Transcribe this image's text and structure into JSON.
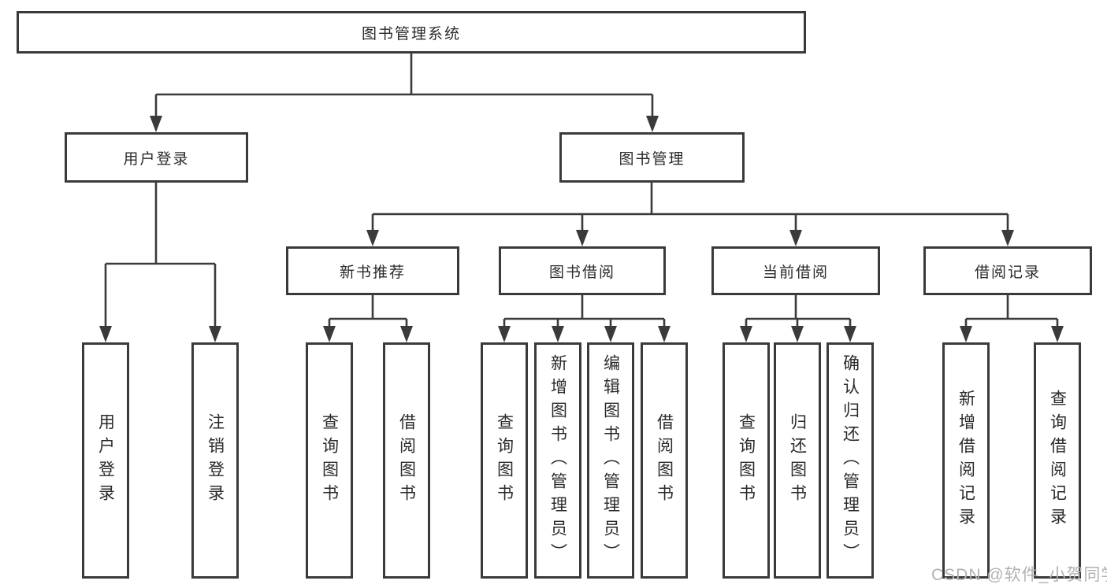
{
  "tree": {
    "label": "图书管理系统",
    "children": [
      {
        "label": "用户登录",
        "children": [
          {
            "label": "用户登录"
          },
          {
            "label": "注销登录"
          }
        ]
      },
      {
        "label": "图书管理",
        "children": [
          {
            "label": "新书推荐",
            "children": [
              {
                "label": "查询图书"
              },
              {
                "label": "借阅图书"
              }
            ]
          },
          {
            "label": "图书借阅",
            "children": [
              {
                "label": "查询图书"
              },
              {
                "label": "新增图书（管理员）"
              },
              {
                "label": "编辑图书（管理员）"
              },
              {
                "label": "借阅图书"
              }
            ]
          },
          {
            "label": "当前借阅",
            "children": [
              {
                "label": "查询图书"
              },
              {
                "label": "归还图书"
              },
              {
                "label": "确认归还（管理员）"
              }
            ]
          },
          {
            "label": "借阅记录",
            "children": [
              {
                "label": "新增借阅记录"
              },
              {
                "label": "查询借阅记录"
              }
            ]
          }
        ]
      }
    ]
  },
  "watermark": {
    "text": "CSDN @软件_小贺同学"
  },
  "colors": {
    "line": "#3a3a3a",
    "text": "#2a2a2a",
    "watermark": "#b2b2b2",
    "background": "#ffffff"
  }
}
